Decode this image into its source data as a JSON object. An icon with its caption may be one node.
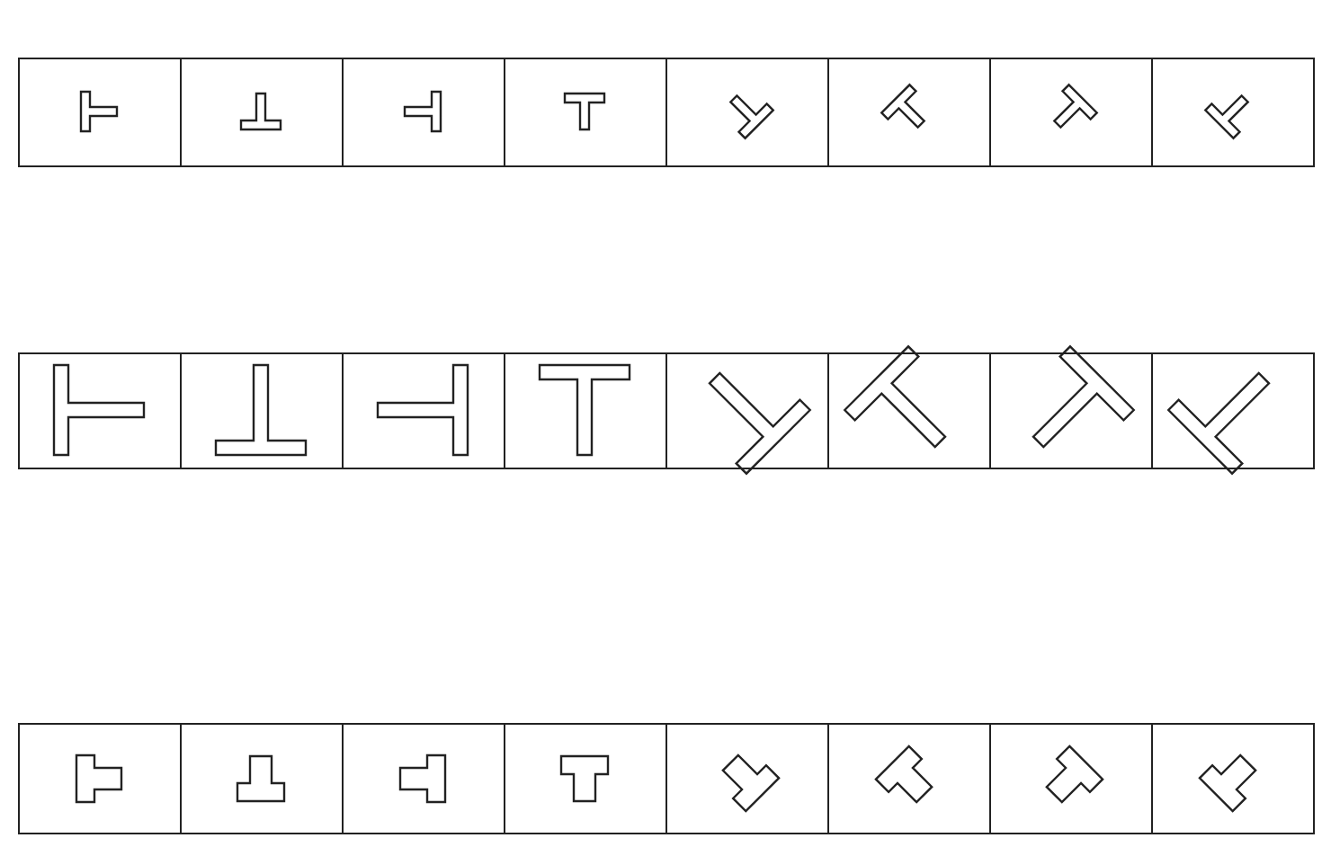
{
  "diagram": {
    "nodes": [
      {
        "text": [],
        "shape": "box"
      },
      {
        "text": [],
        "shape": "picture",
        "in": 0
      },
      {
        "text": [],
        "shape": "box"
      },
      {
        "text": [],
        "shape": "picture",
        "in": 2
      },
      {
        "text": [],
        "shape": "box"
      },
      {
        "text": [],
        "shape": "picture",
        "in": 4
      },
      {
        "text": [],
        "shape": "box"
      },
      {
        "text": [],
        "shape": "picture",
        "in": 6
      },
      {
        "text": [],
        "shape": "box"
      },
      {
        "text": [],
        "shape": "picture",
        "in": 8
      },
      {
        "text": [],
        "shape": "box"
      },
      {
        "text": [],
        "shape": "picture",
        "in": 10
      },
      {
        "text": [],
        "shape": "box"
      },
      {
        "text": [],
        "shape": "picture",
        "in": 12
      },
      {
        "text": [],
        "shape": "box"
      },
      {
        "text": [],
        "shape": "picture",
        "in": 14
      },
      {
        "text": [],
        "shape": "box"
      },
      {
        "text": [],
        "shape": "picture",
        "in": 16
      },
      {
        "text": [],
        "shape": "box"
      },
      {
        "text": [],
        "shape": "picture",
        "in": 18
      },
      {
        "text": [],
        "shape": "box"
      },
      {
        "text": [],
        "shape": "picture",
        "in": 20
      },
      {
        "text": [],
        "shape": "box"
      },
      {
        "text": [],
        "shape": "picture",
        "in": 22
      },
      {
        "text": [],
        "shape": "box"
      },
      {
        "text": [],
        "shape": "picture",
        "in": 24
      },
      {
        "text": [],
        "shape": "box"
      },
      {
        "text": [],
        "shape": "picture",
        "in": 26
      },
      {
        "text": [],
        "shape": "box"
      },
      {
        "text": [],
        "shape": "picture",
        "in": 28
      },
      {
        "text": [],
        "shape": "box"
      },
      {
        "text": [],
        "shape": "picture",
        "in": 30
      },
      {
        "text": [],
        "shape": "box"
      },
      {
        "text": [],
        "shape": "picture",
        "in": 32
      },
      {
        "text": [],
        "shape": "box"
      },
      {
        "text": [],
        "shape": "picture",
        "in": 34
      },
      {
        "text": [],
        "shape": "box"
      },
      {
        "text": [],
        "shape": "picture",
        "in": 36
      },
      {
        "text": [],
        "shape": "box"
      },
      {
        "text": [],
        "shape": "picture",
        "in": 38
      },
      {
        "text": [],
        "shape": "box"
      },
      {
        "text": [],
        "shape": "picture",
        "in": 40
      },
      {
        "text": [],
        "shape": "box"
      },
      {
        "text": [],
        "shape": "picture",
        "in": 42
      },
      {
        "text": [],
        "shape": "box"
      },
      {
        "text": [],
        "shape": "picture",
        "in": 44
      },
      {
        "text": [],
        "shape": "box"
      },
      {
        "text": [],
        "shape": "picture",
        "in": 46
      }
    ]
  }
}
